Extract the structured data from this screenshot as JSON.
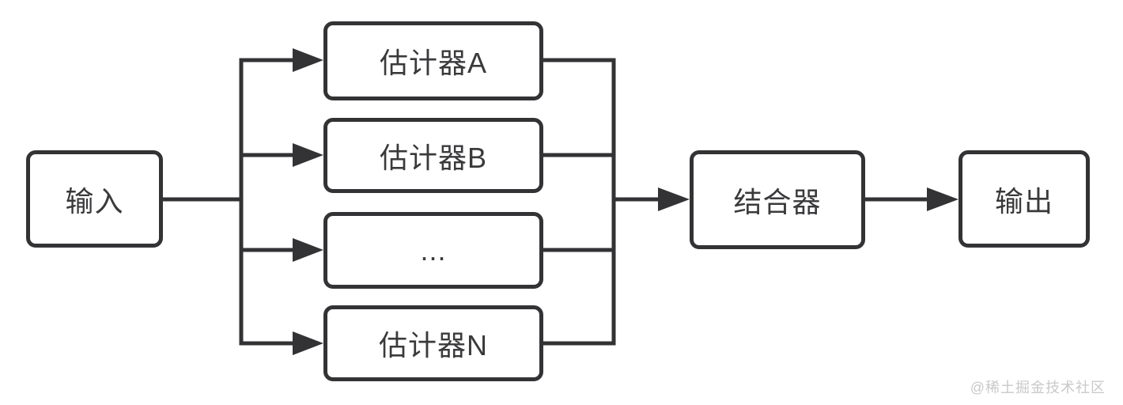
{
  "diagram": {
    "background": "#ffffff",
    "stroke_color": "#333336",
    "text_color": "#3a3a3c",
    "nodes": {
      "input": {
        "label": "输入"
      },
      "estimator_a": {
        "label": "估计器A"
      },
      "estimator_b": {
        "label": "估计器B"
      },
      "estimator_ellipsis": {
        "label": "..."
      },
      "estimator_n": {
        "label": "估计器N"
      },
      "combiner": {
        "label": "结合器"
      },
      "output": {
        "label": "输出"
      }
    },
    "watermark": {
      "text": "@稀土掘金技术社区",
      "color": "#c9c9c9"
    }
  }
}
